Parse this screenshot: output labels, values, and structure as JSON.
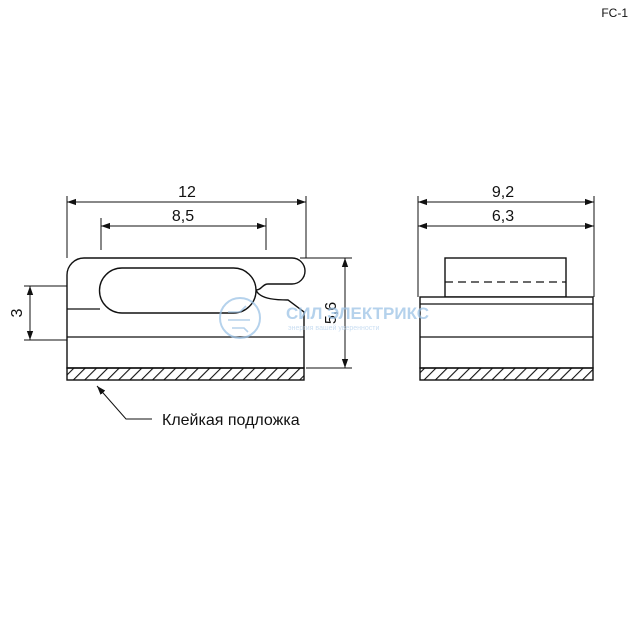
{
  "code": "FC-1",
  "front_view": {
    "dims": {
      "overall_width": "12",
      "inner_width": "8,5",
      "left_height": "3",
      "total_height": "5,6"
    },
    "label": "Клейкая подложка"
  },
  "side_view": {
    "dims": {
      "overall_width": "9,2",
      "inner_width": "6,3"
    }
  },
  "watermark": {
    "name": "СИЛ ЭЛЕКТРИКС",
    "tagline": "энергия вашей уверенности"
  },
  "colors": {
    "line": "#111111",
    "watermark": "#9dc3e6"
  }
}
